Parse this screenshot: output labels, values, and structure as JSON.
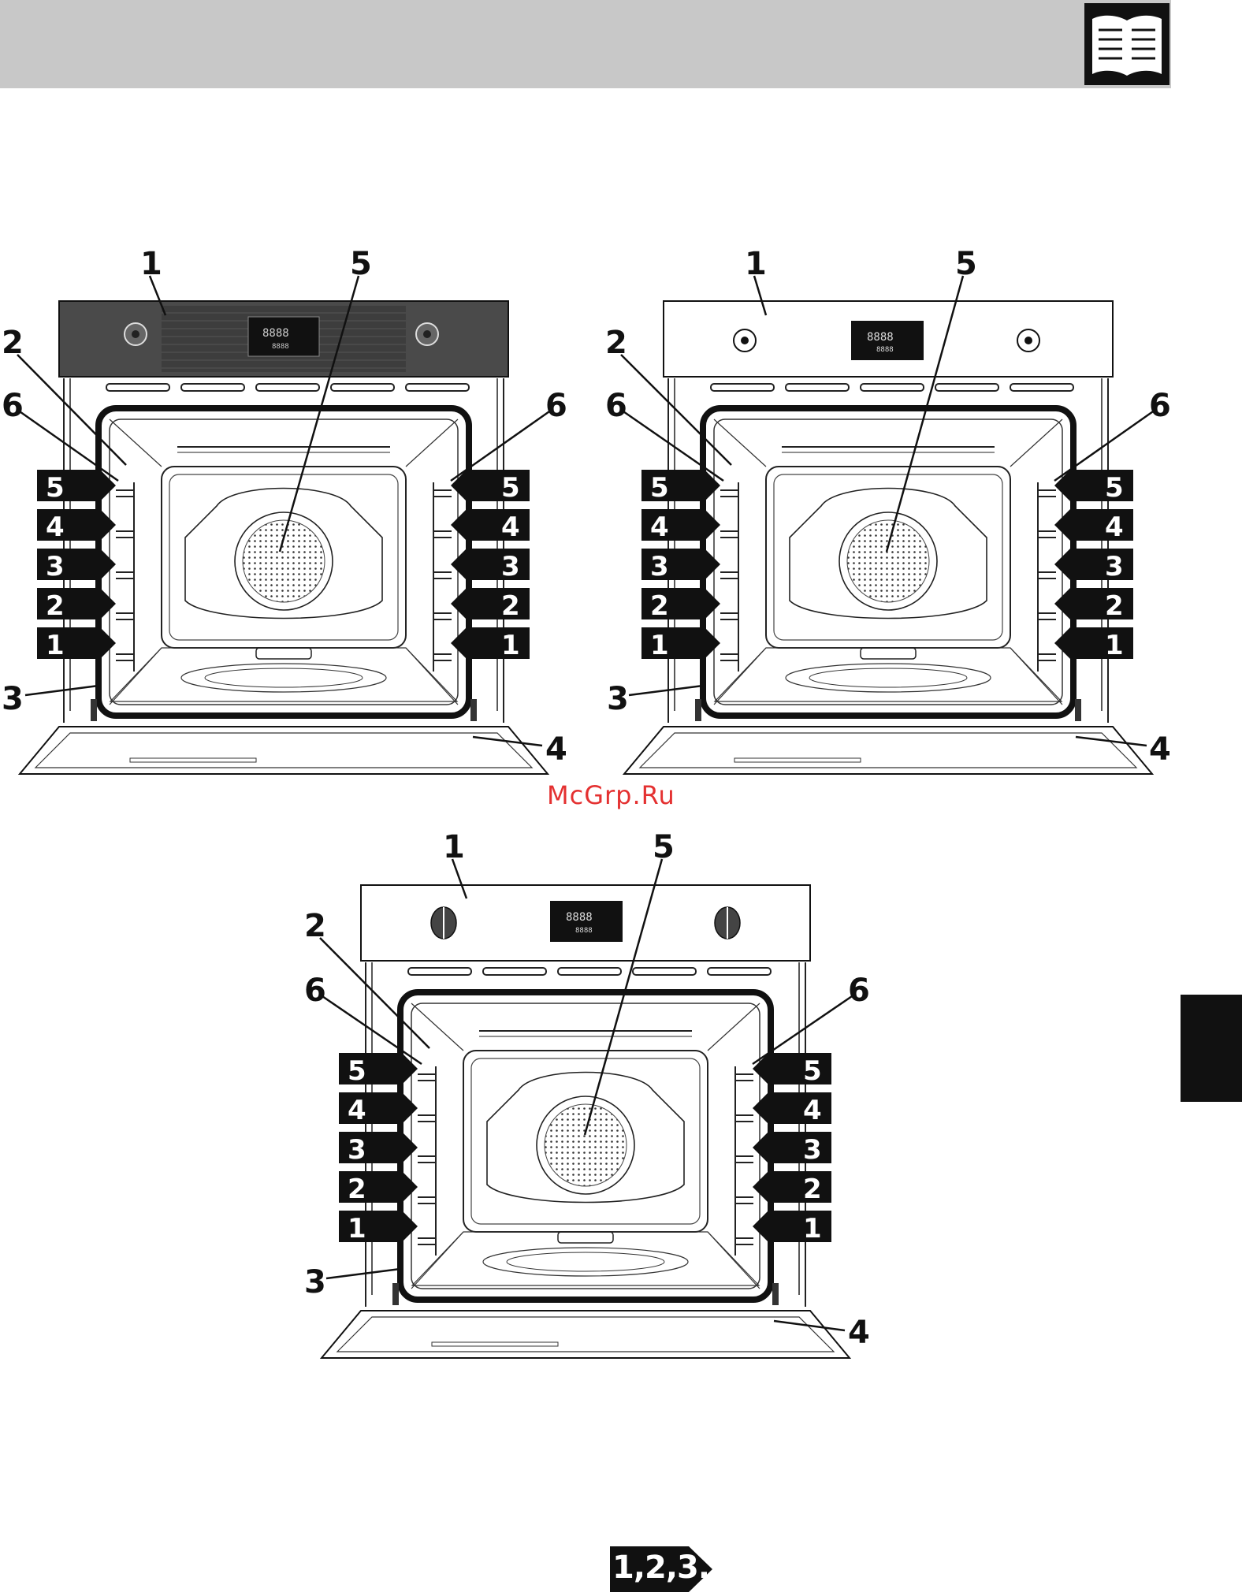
{
  "header": {
    "icon": "open-book-icon"
  },
  "watermark": "McGrp.Ru",
  "footer": {
    "badge": "1,2,3..."
  },
  "callouts": {
    "panel": "1",
    "seal": "2",
    "light": "3",
    "door": "4",
    "fan": "5",
    "guide": "6"
  },
  "shelf_levels": [
    "5",
    "4",
    "3",
    "2",
    "1"
  ],
  "display": {
    "top": "8888",
    "bottom": "8888"
  }
}
